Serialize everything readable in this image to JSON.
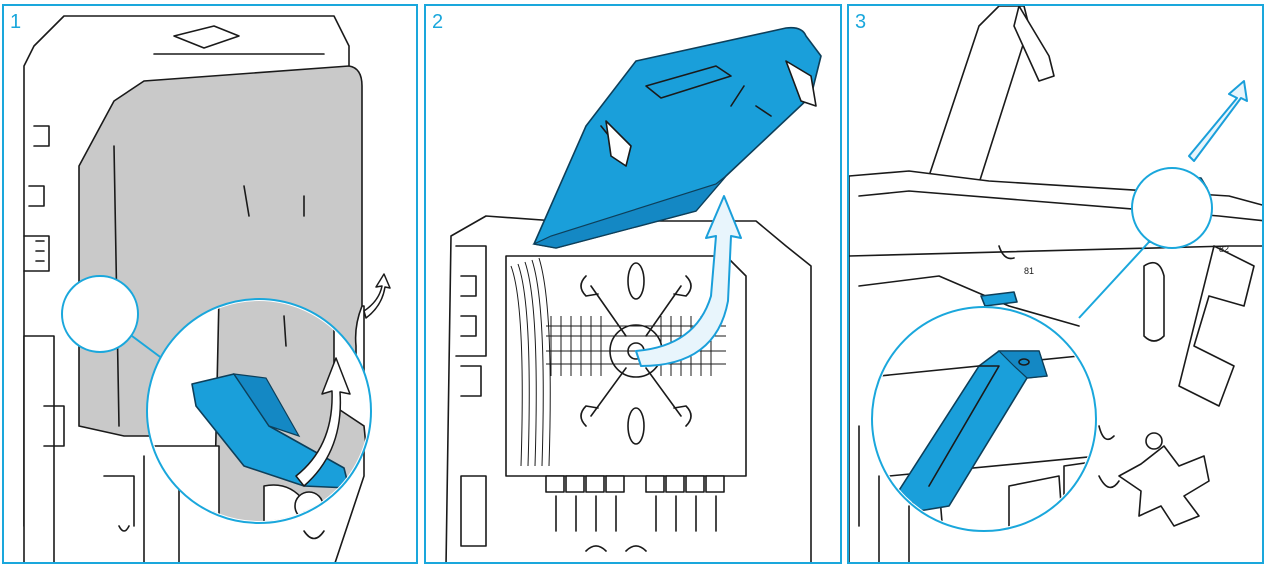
{
  "steps": [
    {
      "number": "1"
    },
    {
      "number": "2"
    },
    {
      "number": "3"
    }
  ],
  "labels": {
    "tray_label_a": "81",
    "tray_label_b": "82"
  },
  "colors": {
    "frame": "#1aa7dc",
    "highlight": "#1a9fda",
    "cover": "#c9c9c9"
  }
}
